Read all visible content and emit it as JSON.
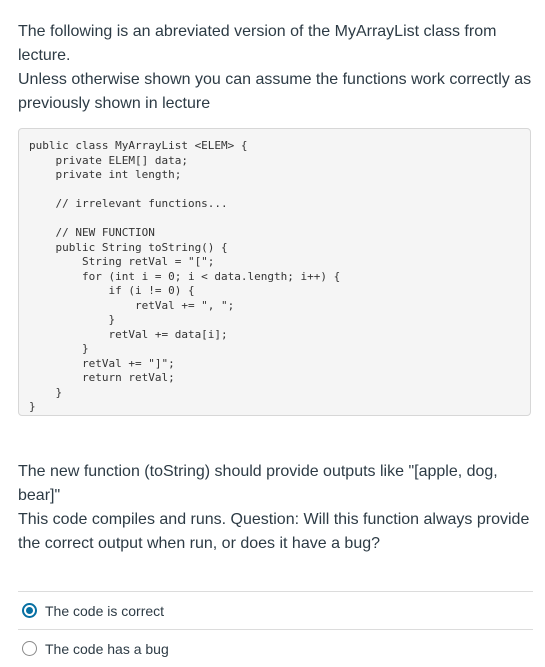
{
  "intro": {
    "line1": "The following is an abreviated version of the MyArrayList class from lecture.",
    "line2": "Unless otherwise shown you can assume the functions work correctly as previously shown in lecture"
  },
  "code": "public class MyArrayList <ELEM> {\n    private ELEM[] data;\n    private int length;\n\n    // irrelevant functions...\n\n    // NEW FUNCTION\n    public String toString() {\n        String retVal = \"[\";\n        for (int i = 0; i < data.length; i++) {\n            if (i != 0) {\n                retVal += \", \";\n            }\n            retVal += data[i];\n        }\n        retVal += \"]\";\n        return retVal;\n    }\n}",
  "prompt": {
    "line1": "The new function (toString) should provide outputs like \"[apple, dog, bear]\"",
    "line2": "This code compiles and runs. Question: Will this function always provide the correct output when run, or does it have a bug?"
  },
  "answers": [
    {
      "label": "The code is correct",
      "selected": true
    },
    {
      "label": "The code has a bug",
      "selected": false
    }
  ],
  "colors": {
    "text": "#2d3b45",
    "radio_selected": "#0770a3",
    "code_bg": "#f5f5f5"
  }
}
